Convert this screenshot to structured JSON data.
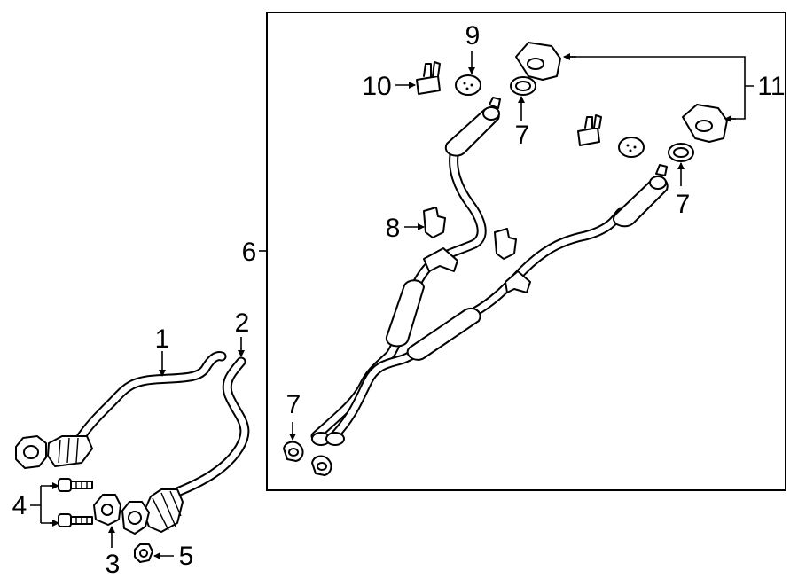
{
  "callouts": {
    "c1": "1",
    "c2": "2",
    "c3": "3",
    "c4": "4",
    "c5": "5",
    "c6": "6",
    "c7a": "7",
    "c7b": "7",
    "c7c": "7",
    "c8": "8",
    "c9": "9",
    "c10": "10",
    "c11": "11"
  }
}
